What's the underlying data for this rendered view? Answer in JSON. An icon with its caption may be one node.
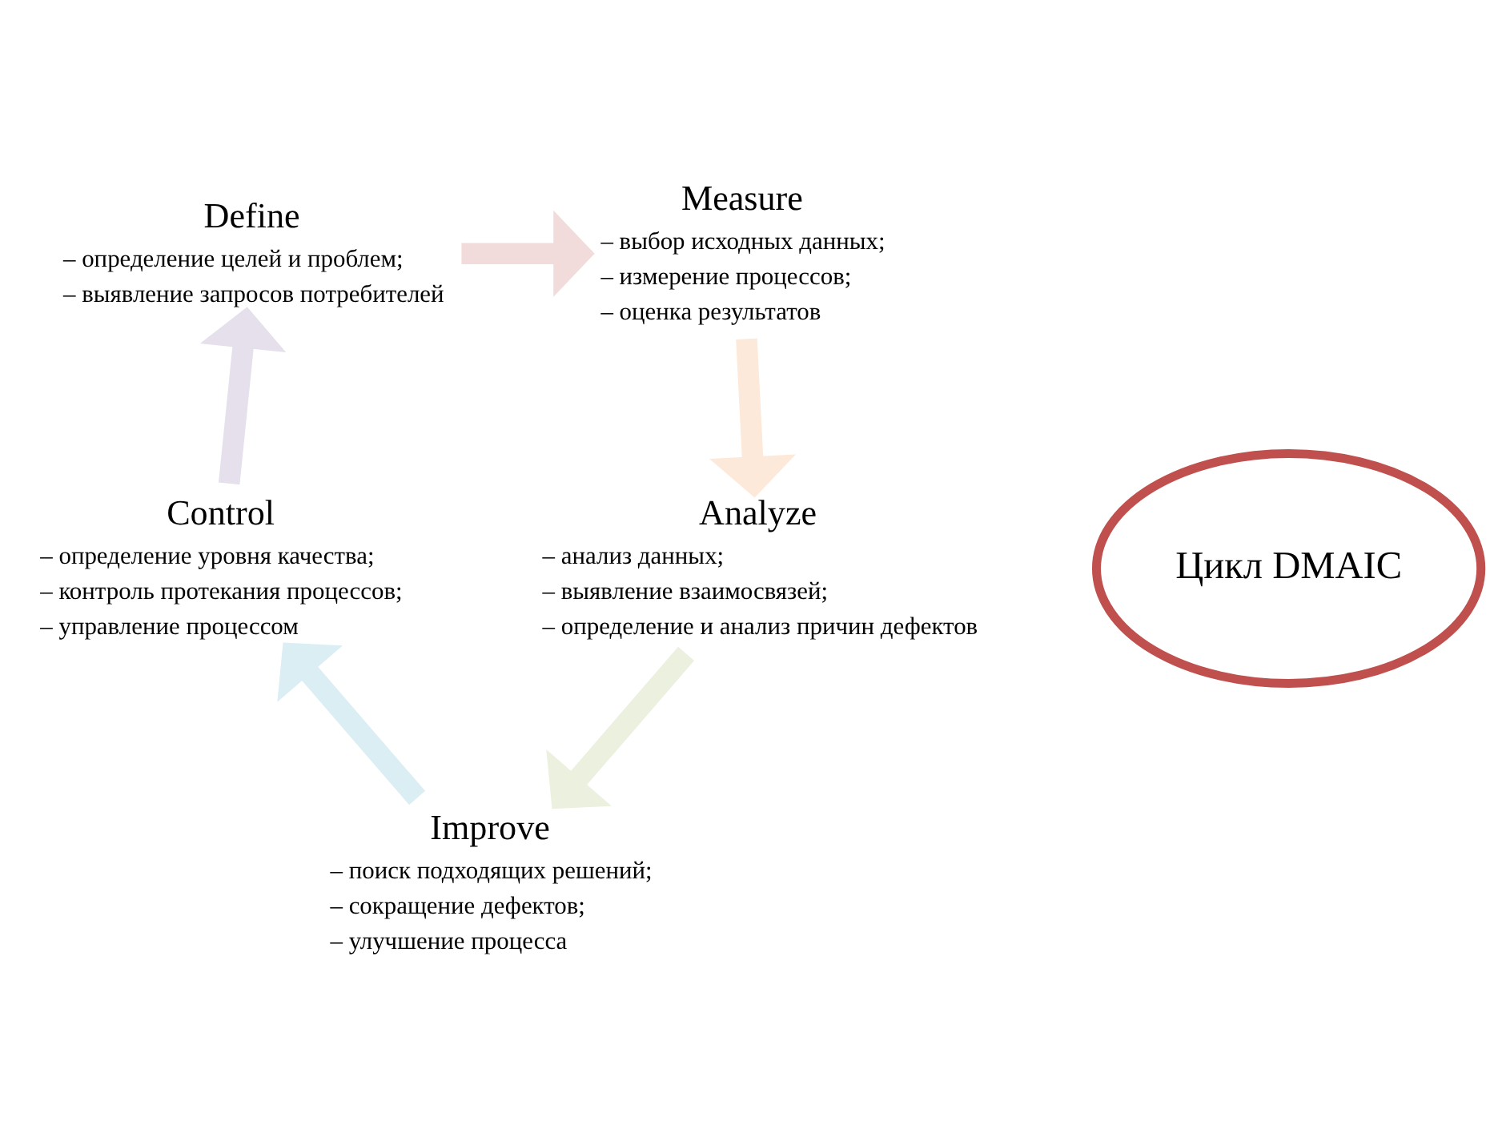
{
  "diagram": {
    "nodes": [
      {
        "text": [
          "Цикл DMAIC"
        ]
      },
      {
        "text": [
          "Define",
          "– определение целей и проблем;",
          "– выявление запросов потребителей"
        ]
      },
      {
        "text": [
          "Measure",
          "– выбор исходных данных;",
          "– измерение процессов;",
          "– оценка результатов"
        ]
      },
      {
        "text": [
          "Analyze",
          "– анализ данных;",
          "– выявление взаимосвязей;",
          "– определение и анализ причин дефектов"
        ]
      },
      {
        "text": [
          "Improve",
          "– поиск подходящих решений;",
          "– сокращение дефектов;",
          "– улучшение процесса"
        ]
      },
      {
        "text": [
          "Control",
          "– определение уровня качества;",
          "– контроль протекания процессов;",
          "– управление процессом"
        ]
      }
    ],
    "edges": [
      {
        "from": 1,
        "to": 2,
        "arrow": "to",
        "color": "#f2dcdb"
      },
      {
        "from": 2,
        "to": 3,
        "arrow": "to",
        "color": "#fde9d9"
      },
      {
        "from": 3,
        "to": 4,
        "arrow": "to",
        "color": "#ebf1de"
      },
      {
        "from": 4,
        "to": 5,
        "arrow": "to",
        "color": "#dbeef3"
      },
      {
        "from": 5,
        "to": 1,
        "arrow": "to",
        "color": "#e5e0ec"
      }
    ]
  }
}
